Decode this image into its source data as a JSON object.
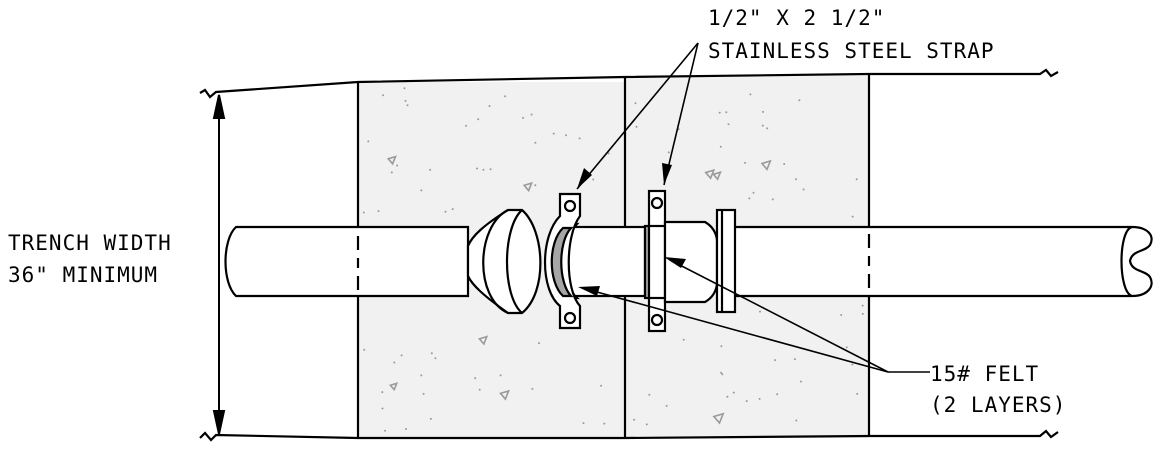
{
  "labels": {
    "strap_line1": "1/2\" X 2 1/2\"",
    "strap_line2": "STAINLESS STEEL STRAP",
    "trench_line1": "TRENCH WIDTH",
    "trench_line2": "36\" MINIMUM",
    "felt_line1": "15# FELT",
    "felt_line2": "(2 LAYERS)"
  },
  "colors": {
    "line": "#000000",
    "concrete_fill": "#f1f1f1",
    "speckle": "#9a9a9a",
    "felt_fill": "#a6a6a6"
  }
}
